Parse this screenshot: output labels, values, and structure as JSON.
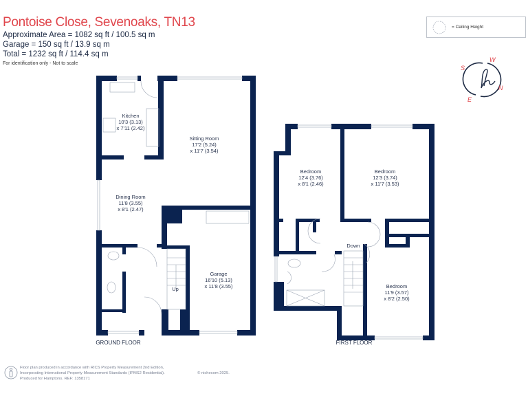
{
  "header": {
    "title": "Pontoise Close, Sevenoaks, TN13",
    "approx_area": "Approximate Area = 1082 sq ft / 100.5 sq m",
    "garage_area": "Garage = 150 sq ft / 13.9 sq m",
    "total_area": "Total = 1232 sq ft / 114.4 sq m",
    "note": "For identification only - Not to scale"
  },
  "legend": {
    "label": "= Ceiling Height",
    "icon": "ceiling-height-circle-icon"
  },
  "compass": {
    "labels": [
      "W",
      "S",
      "N",
      "E"
    ],
    "logo": "h",
    "accent": "#e0464c",
    "ring": "#1d2a44"
  },
  "colors": {
    "walls": "#0b2350",
    "title": "#e0464c"
  },
  "floors": {
    "ground": {
      "label": "GROUND FLOOR",
      "stairs_label": "Up",
      "rooms": [
        {
          "name": "Kitchen",
          "dim1": "10'3 (3.13)",
          "dim2": "x 7'11 (2.42)"
        },
        {
          "name": "Sitting Room",
          "dim1": "17'2 (5.24)",
          "dim2": "x 11'7 (3.54)"
        },
        {
          "name": "Dining Room",
          "dim1": "11'8 (3.55)",
          "dim2": "x 8'1 (2.47)"
        },
        {
          "name": "Garage",
          "dim1": "16'10 (5.13)",
          "dim2": "x 11'8 (3.55)"
        }
      ]
    },
    "first": {
      "label": "FIRST FLOOR",
      "stairs_label": "Down",
      "rooms": [
        {
          "name": "Bedroom",
          "dim1": "12'4 (3.76)",
          "dim2": "x 8'1 (2.46)"
        },
        {
          "name": "Bedroom",
          "dim1": "12'3 (3.74)",
          "dim2": "x 11'7 (3.53)"
        },
        {
          "name": "Bedroom",
          "dim1": "11'9 (3.57)",
          "dim2": "x 8'2 (2.50)"
        }
      ]
    }
  },
  "footer": {
    "line1": "Floor plan produced in accordance with RICS Property Measurement 2nd Edition,",
    "line2": "Incorporating International Property Measurement Standards (IPMS2 Residential).",
    "line3": "Produced for Hamptons.   REF: 1358171",
    "copyright": "© nichecom 2025."
  }
}
